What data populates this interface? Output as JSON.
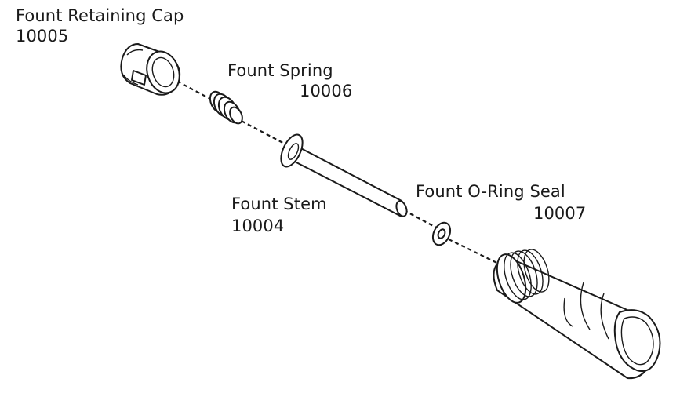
{
  "parts": {
    "cap": {
      "name": "Fount Retaining Cap",
      "number": "10005"
    },
    "spring": {
      "name": "Fount Spring",
      "number": "10006"
    },
    "stem": {
      "name": "Fount Stem",
      "number": "10004"
    },
    "seal": {
      "name": "Fount O-Ring Seal",
      "number": "10007"
    }
  }
}
